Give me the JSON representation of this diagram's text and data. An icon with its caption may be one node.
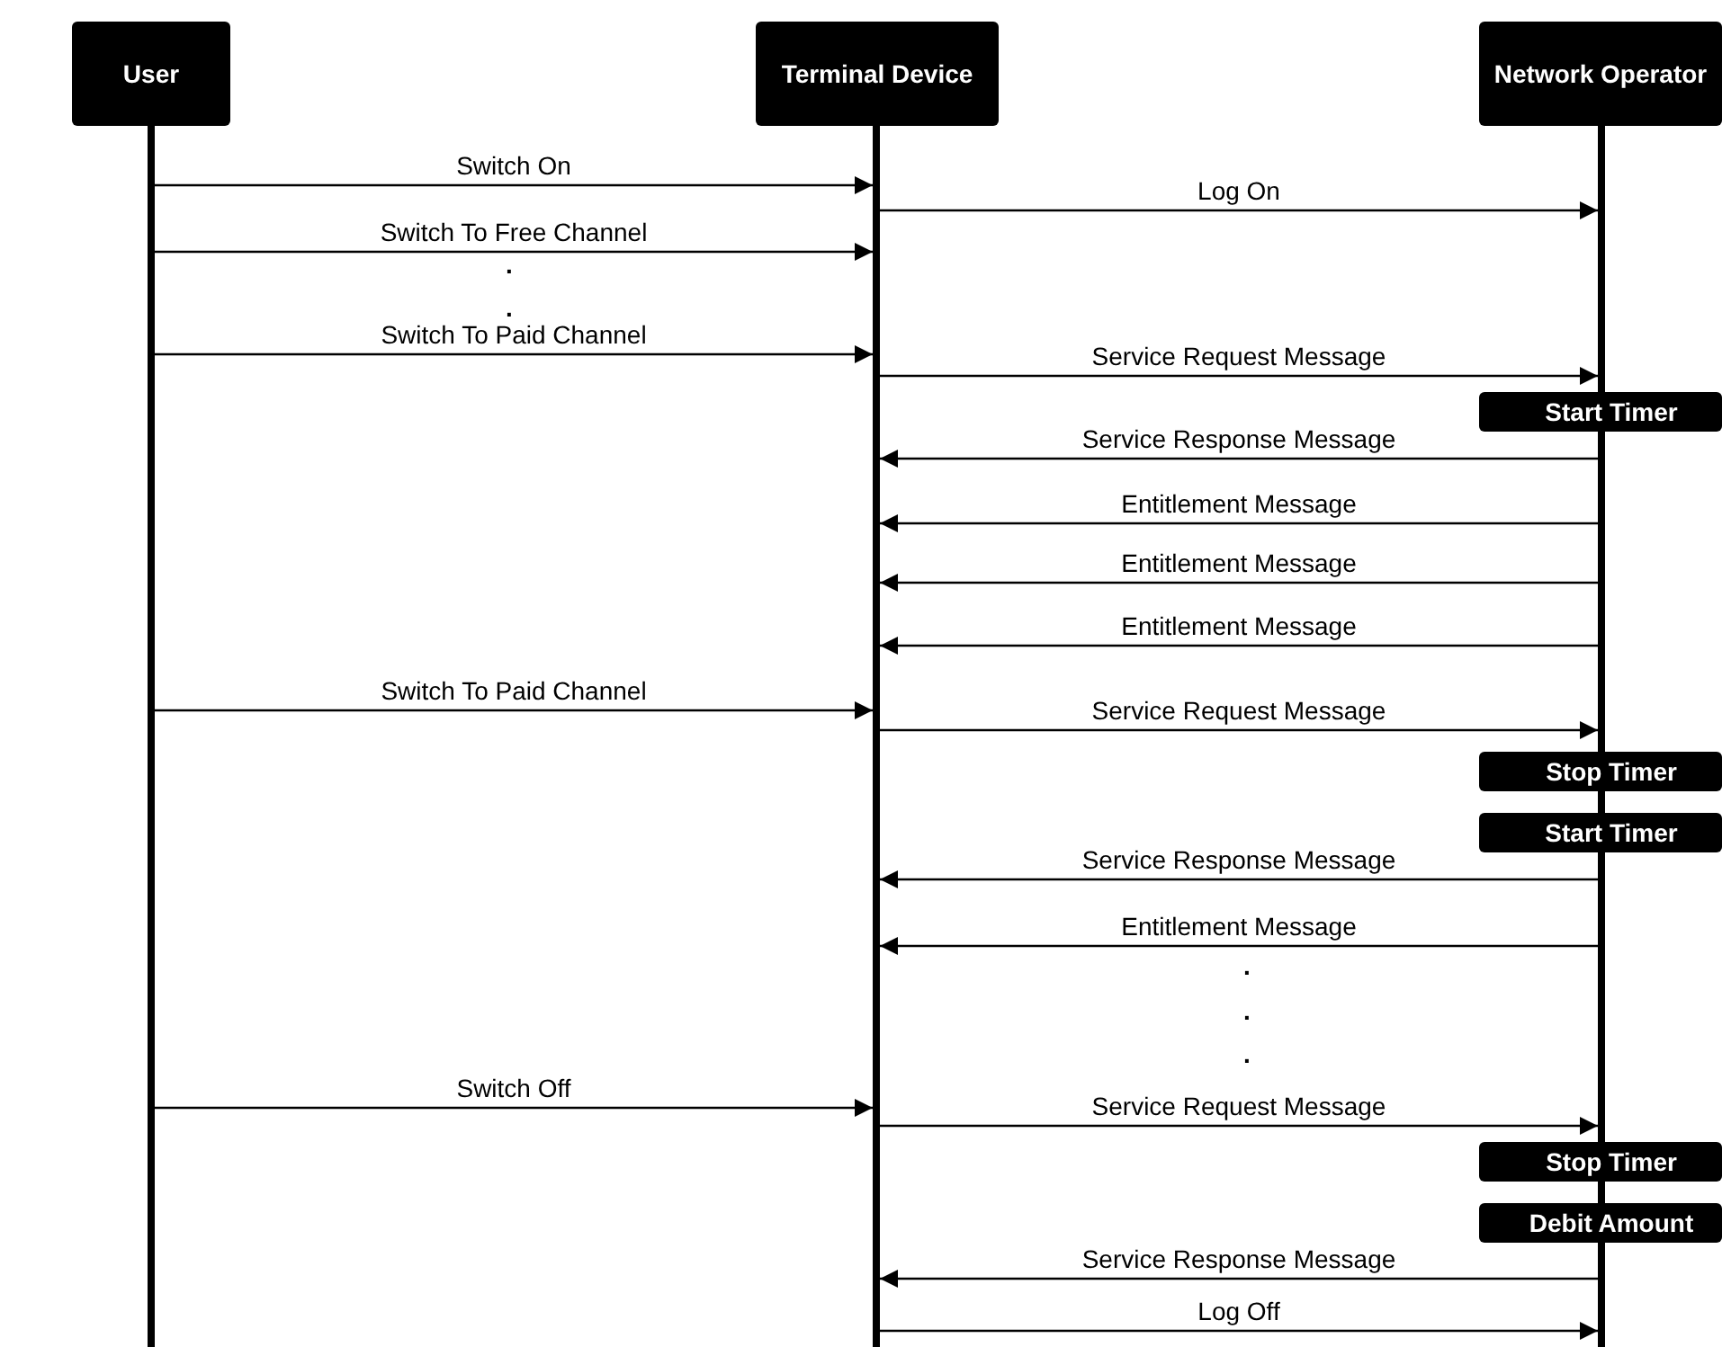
{
  "diagram": {
    "nodes": [
      {
        "text": [
          "User"
        ]
      },
      {
        "text": [
          "Terminal Device"
        ]
      },
      {
        "text": [
          "Network Operator"
        ]
      },
      {
        "text": [],
        "shape": "bar"
      },
      {
        "text": [],
        "shape": "bar"
      },
      {
        "text": [],
        "shape": "bar"
      },
      {
        "text": [
          "Start Timer"
        ]
      },
      {
        "text": [
          "Stop Timer"
        ]
      },
      {
        "text": [
          "Start Timer"
        ]
      },
      {
        "text": [
          "Stop Timer"
        ]
      },
      {
        "text": [
          "Debit Amount"
        ]
      }
    ],
    "edges": [
      {
        "from": 3,
        "to": 4,
        "arrow": "to",
        "label": "Switch On"
      },
      {
        "from": 4,
        "to": 5,
        "arrow": "to",
        "label": "Log On"
      },
      {
        "from": 3,
        "to": 4,
        "arrow": "to",
        "label": "Switch To Free Channel"
      },
      {
        "from": 3,
        "to": 4,
        "arrow": "to",
        "label": "Switch To Paid Channel"
      },
      {
        "from": 4,
        "to": 5,
        "arrow": "to",
        "label": "Service Request Message"
      },
      {
        "from": 5,
        "to": 4,
        "arrow": "to",
        "label": "Service Response Message"
      },
      {
        "from": 5,
        "to": 4,
        "arrow": "to",
        "label": "Entitlement Message"
      },
      {
        "from": 5,
        "to": 4,
        "arrow": "to",
        "label": "Entitlement Message"
      },
      {
        "from": 5,
        "to": 4,
        "arrow": "to",
        "label": "Entitlement Message"
      },
      {
        "from": 3,
        "to": 4,
        "arrow": "to",
        "label": "Switch To Paid Channel"
      },
      {
        "from": 4,
        "to": 5,
        "arrow": "to",
        "label": "Service Request Message"
      },
      {
        "from": 5,
        "to": 4,
        "arrow": "to",
        "label": "Service Response Message"
      },
      {
        "from": 5,
        "to": 4,
        "arrow": "to",
        "label": "Entitlement Message"
      },
      {
        "from": 3,
        "to": 4,
        "arrow": "to",
        "label": "Switch Off"
      },
      {
        "from": 4,
        "to": 5,
        "arrow": "to",
        "label": "Service Request Message"
      },
      {
        "from": 5,
        "to": 4,
        "arrow": "to",
        "label": "Service Response Message"
      },
      {
        "from": 4,
        "to": 5,
        "arrow": "to",
        "label": "Log Off"
      }
    ],
    "labels": [
      ".",
      ".",
      ".",
      ".",
      "."
    ]
  }
}
